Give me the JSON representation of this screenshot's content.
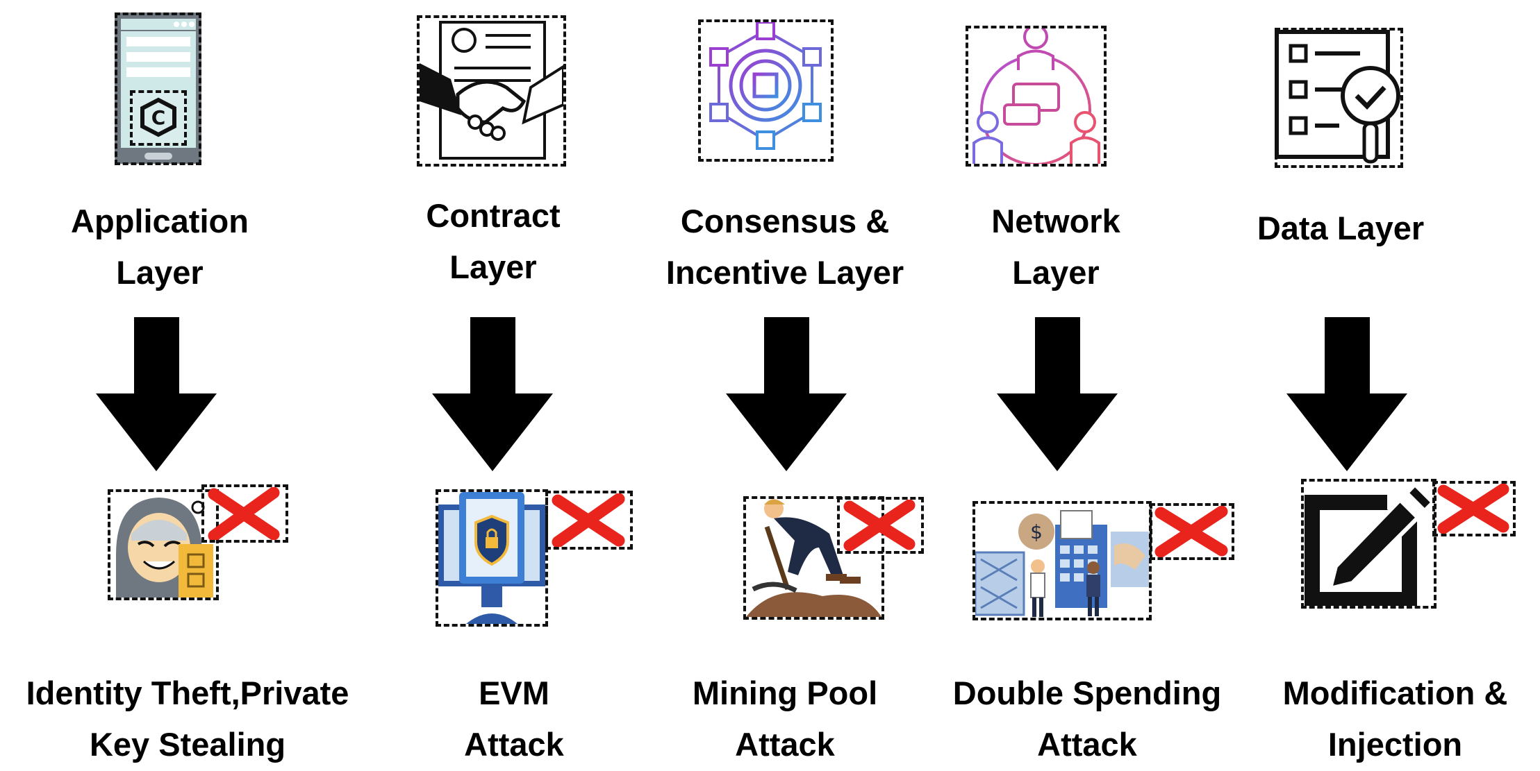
{
  "layers": [
    {
      "label": "Application\nLayer",
      "icon": "mobile-blockchain-app-icon"
    },
    {
      "label": "Contract\nLayer",
      "icon": "contract-handshake-icon"
    },
    {
      "label": "Consensus &\nIncentive Layer",
      "icon": "blockchain-network-icon"
    },
    {
      "label": "Network\nLayer",
      "icon": "people-network-icon"
    },
    {
      "label": "Data Layer",
      "icon": "checklist-magnifier-icon"
    }
  ],
  "attacks": [
    {
      "label": "Identity Theft,Private\nKey Stealing",
      "icon": "hacker-icon"
    },
    {
      "label": "EVM\nAttack",
      "icon": "secure-computer-icon"
    },
    {
      "label": "Mining Pool\nAttack",
      "icon": "miner-icon"
    },
    {
      "label": "Double Spending\nAttack",
      "icon": "payment-people-icon"
    },
    {
      "label": "Modification &\nInjection",
      "icon": "edit-pencil-icon"
    }
  ],
  "colors": {
    "arrow": "#000000",
    "cross": "#e8241c",
    "dash": "#111111"
  }
}
